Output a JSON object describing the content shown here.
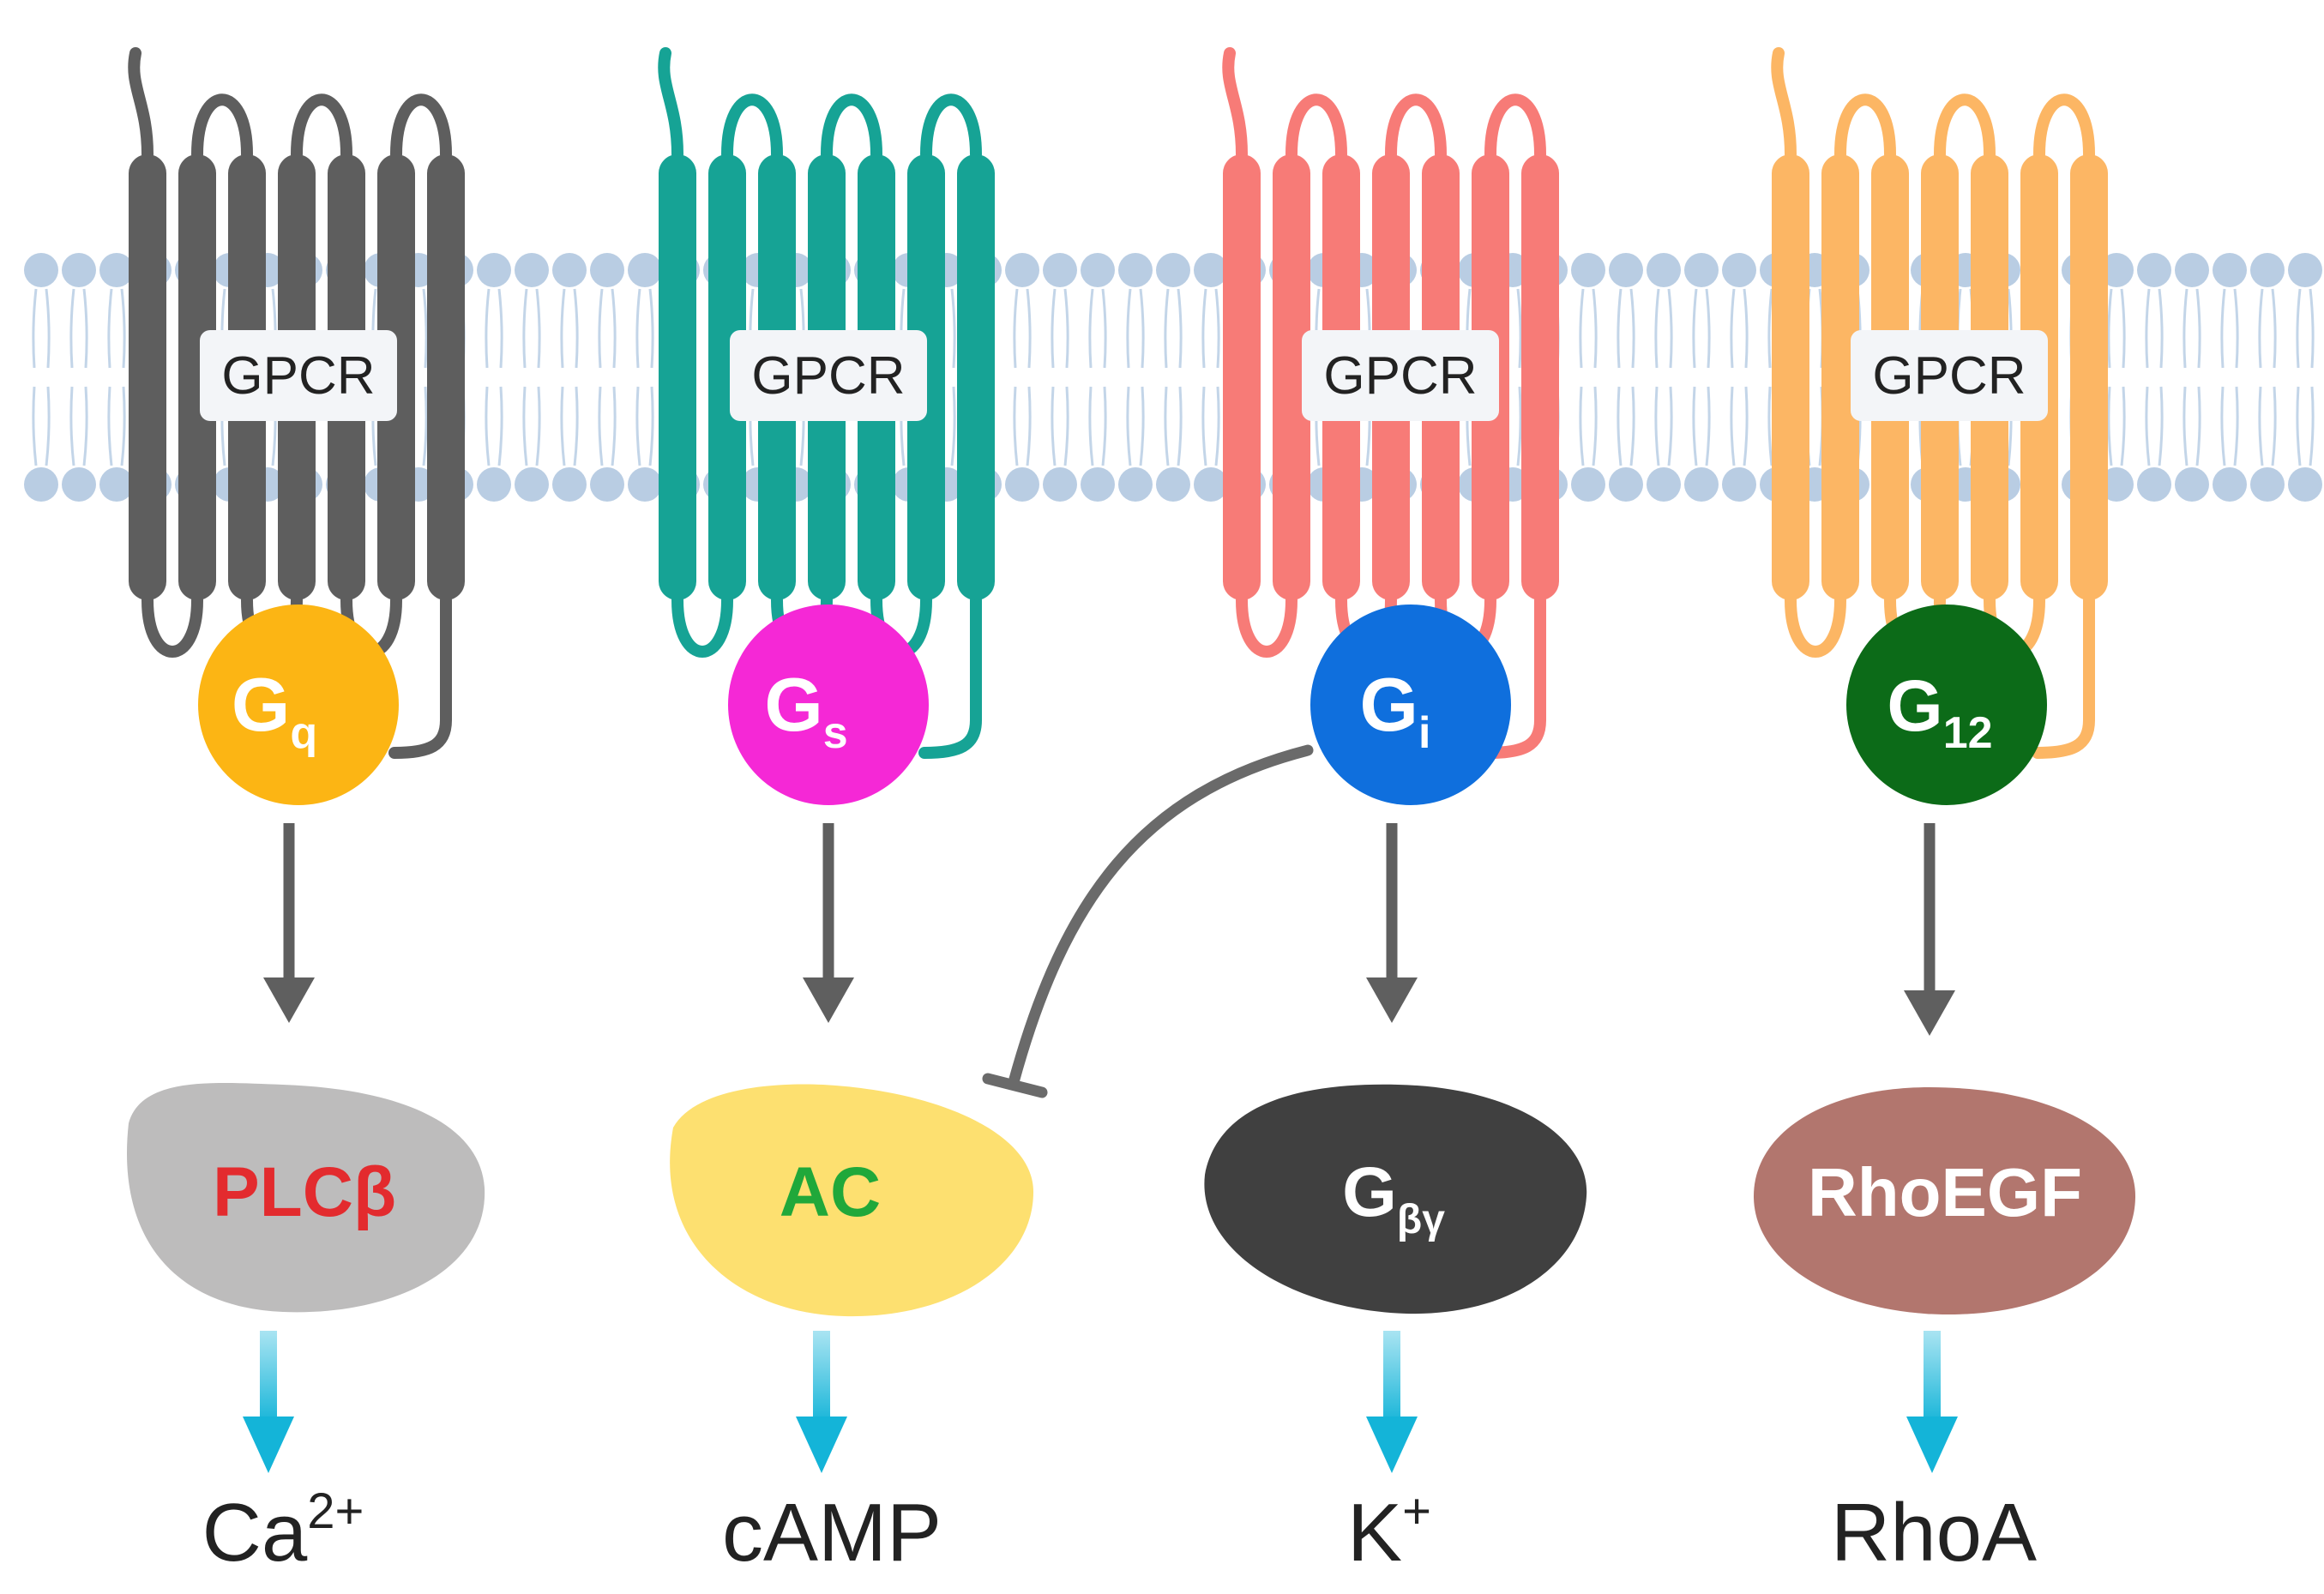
{
  "colors": {
    "lipid_head": "#b9cde3",
    "lipid_tail": "#c3d5e8",
    "pathway_arrow": "#5f5f5f",
    "output_arrow_top": "#a9e4f2",
    "output_arrow_bottom": "#14b4d8",
    "label_box": "#f3f5f8",
    "text_dark": "#222222"
  },
  "pathways": [
    {
      "id": "gq",
      "receptor": {
        "label": "GPCR",
        "color": "#5e5e5e"
      },
      "gprotein": {
        "base": "G",
        "sub": "q",
        "color": "#fcb514"
      },
      "effector": {
        "label": "PLCβ",
        "fill": "#bdbcbc",
        "text_color": "#e32b2e"
      },
      "product": {
        "base": "Ca",
        "sup": "2+"
      }
    },
    {
      "id": "gs",
      "receptor": {
        "label": "GPCR",
        "color": "#16a395"
      },
      "gprotein": {
        "base": "G",
        "sub": "s",
        "color": "#f528d6"
      },
      "effector": {
        "label": "AC",
        "fill": "#fde070",
        "text_color": "#20a83a"
      },
      "product": {
        "base": "cAMP",
        "sup": ""
      }
    },
    {
      "id": "gi",
      "receptor": {
        "label": "GPCR",
        "color": "#f77b77"
      },
      "gprotein": {
        "base": "G",
        "sub": "i",
        "color": "#0f6fdd"
      },
      "effector": {
        "base": "G",
        "sub": "βγ",
        "fill": "#404040",
        "text_color": "#ffffff"
      },
      "product": {
        "base": "K",
        "sup": "+"
      }
    },
    {
      "id": "g12",
      "receptor": {
        "label": "GPCR",
        "color": "#fcb664"
      },
      "gprotein": {
        "base": "G",
        "sub": "12",
        "color": "#0c6b18"
      },
      "effector": {
        "label": "RhoEGF",
        "fill": "#b2766e",
        "text_color": "#ffffff"
      },
      "product": {
        "base": "RhoA",
        "sup": ""
      }
    }
  ],
  "inhibition": {
    "from": "gi",
    "to": "gs"
  }
}
